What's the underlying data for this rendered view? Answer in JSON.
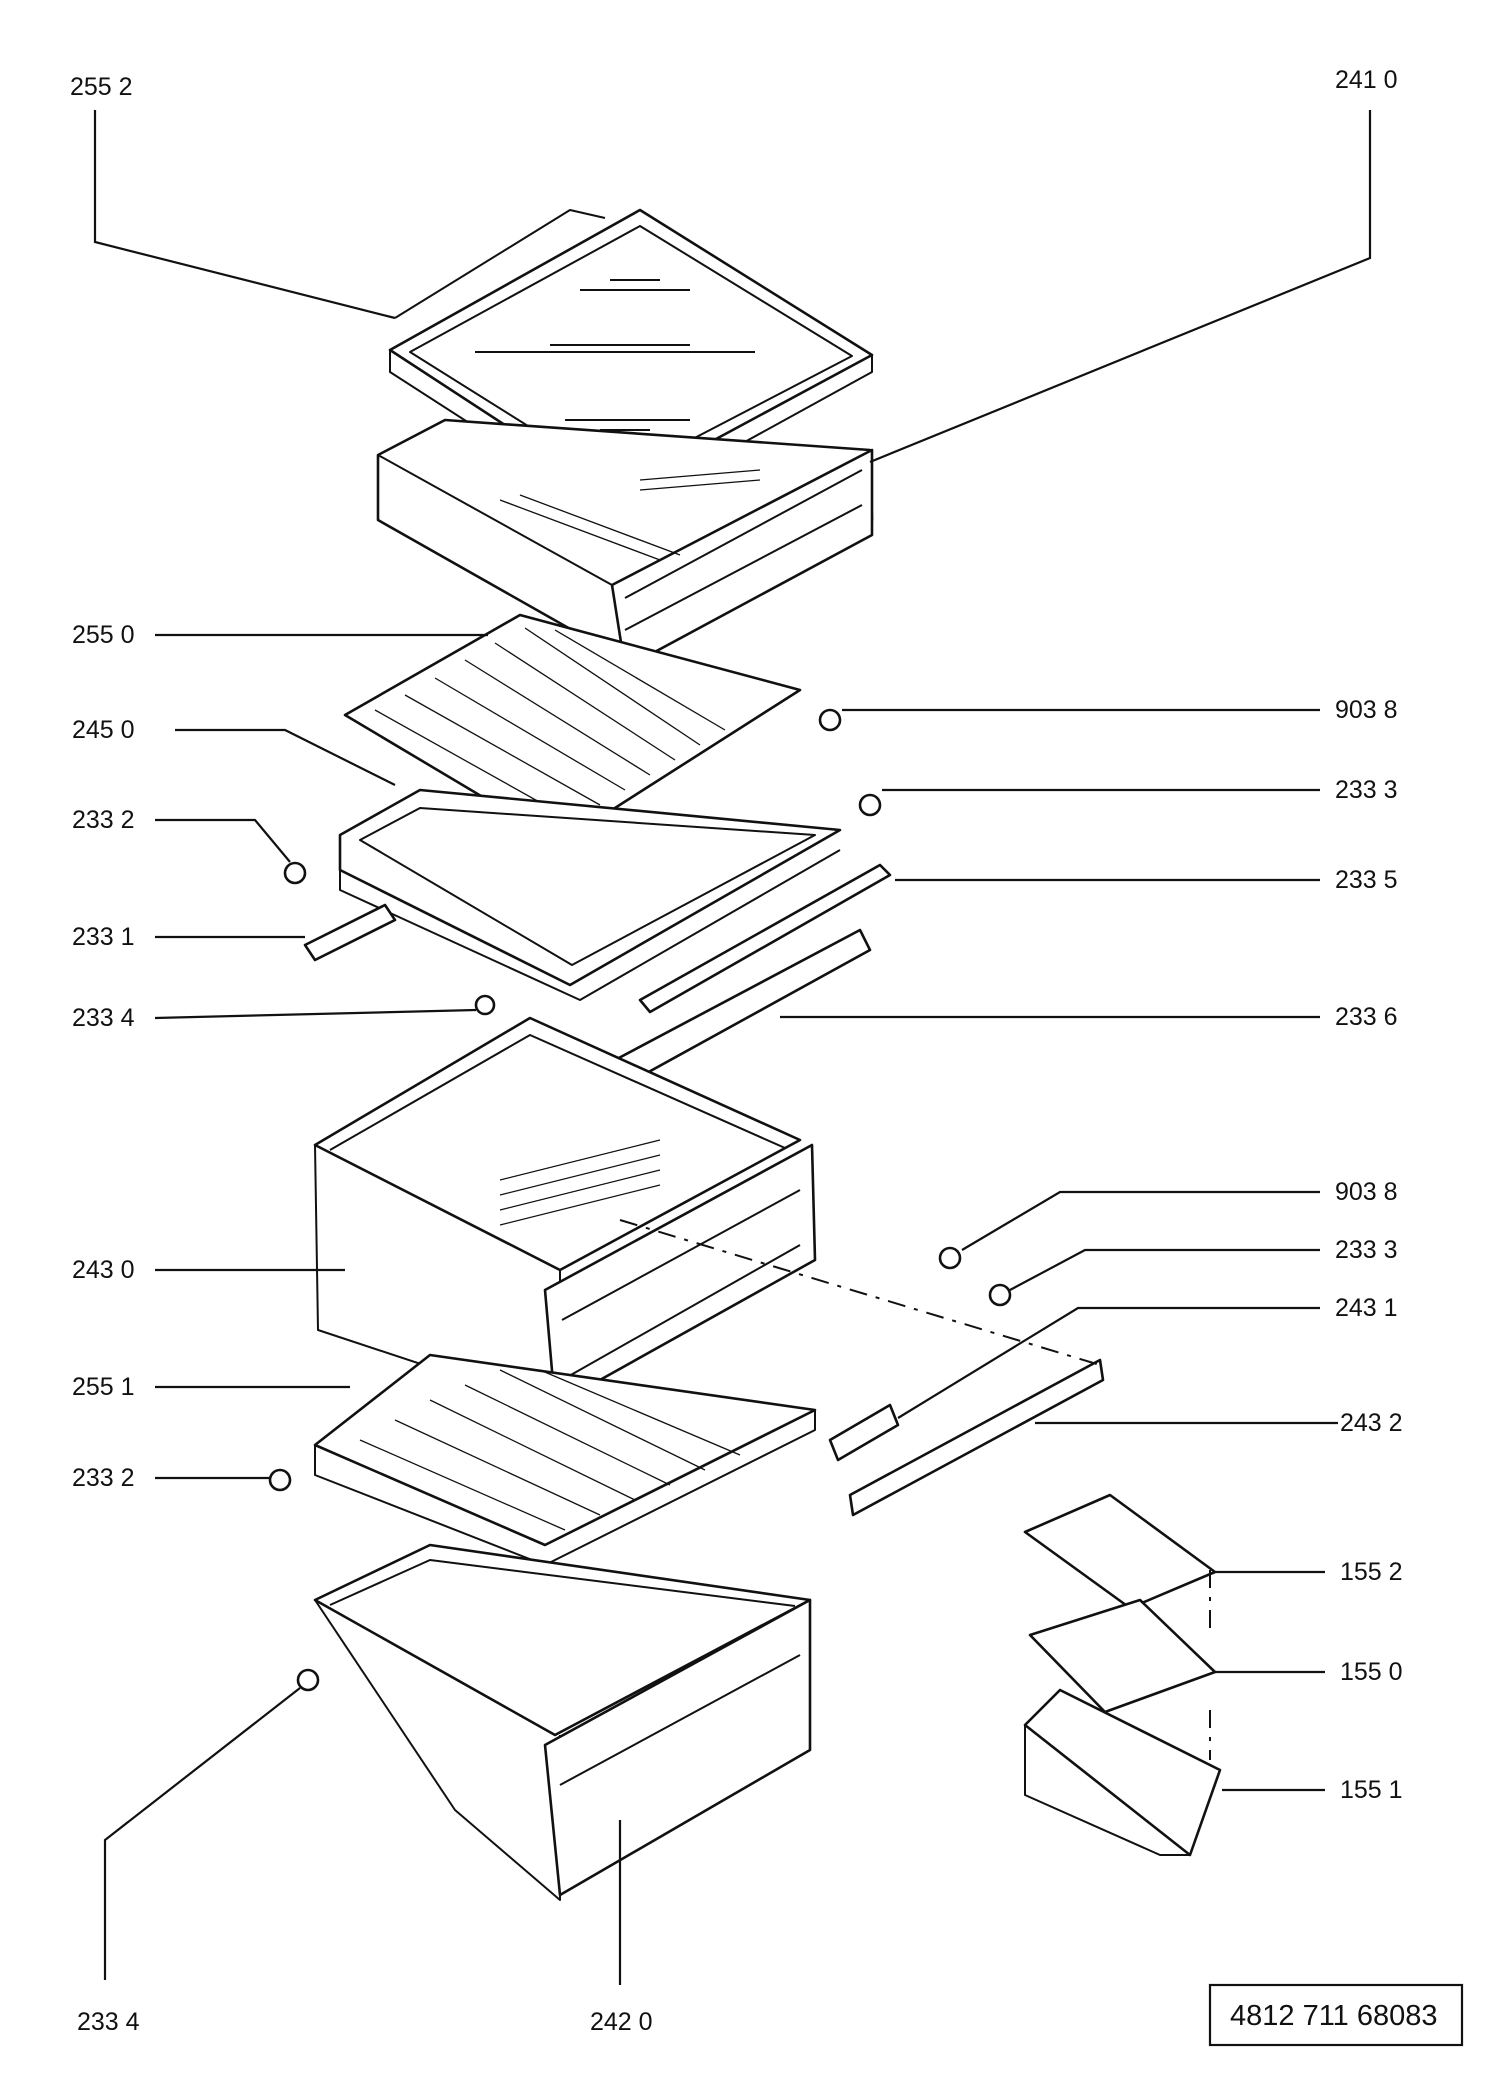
{
  "labels": {
    "l_2552": "255 2",
    "l_2410": "241 0",
    "l_2550": "255 0",
    "l_9038a": "903 8",
    "l_2450": "245 0",
    "l_2332a": "233 2",
    "l_2333a": "233 3",
    "l_2335": "233 5",
    "l_2331": "233 1",
    "l_2334a": "233 4",
    "l_2336": "233 6",
    "l_9038b": "903 8",
    "l_2333b": "233 3",
    "l_2431": "243 1",
    "l_2430": "243 0",
    "l_2432": "243 2",
    "l_2551": "255 1",
    "l_2332b": "233 2",
    "l_1552": "155 2",
    "l_1550": "155 0",
    "l_1551": "155 1",
    "l_2334b": "233 4",
    "l_2420": "242 0"
  },
  "reference_number": "4812 711 68083"
}
